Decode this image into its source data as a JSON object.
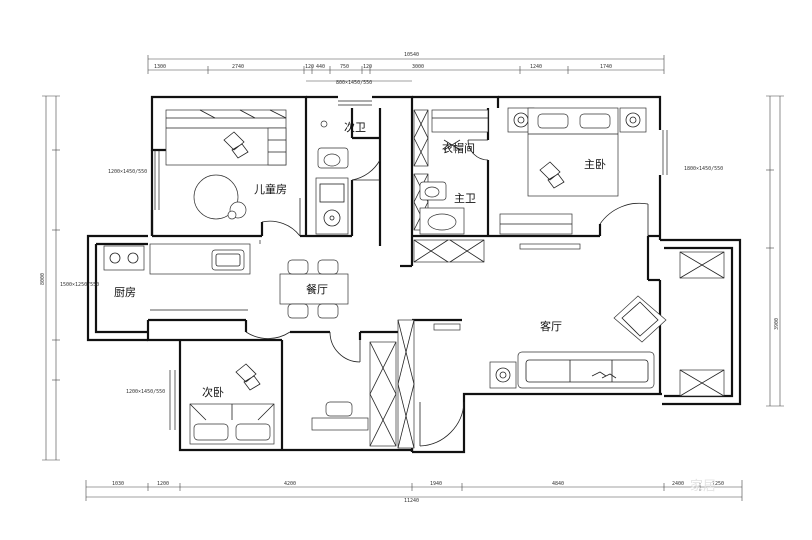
{
  "rooms": {
    "second_bath": "次卫",
    "cloakroom": "衣帽间",
    "master_bedroom": "主卧",
    "kids_room": "儿童房",
    "master_bath": "主卫",
    "kitchen": "厨房",
    "dining": "餐厅",
    "living": "客厅",
    "second_bedroom": "次卧"
  },
  "dimensions": {
    "top_overall": "10540",
    "top_segments": [
      "1300",
      "2740",
      "120",
      "440",
      "750",
      "120",
      "3000",
      "1240",
      "1740"
    ],
    "top_inner": "800×1450/550",
    "bottom_overall": "11240",
    "bottom_segments": [
      "1030",
      "1200",
      "4200",
      "1940",
      "4840",
      "2400",
      "1250"
    ],
    "left_note_upper": "1200×1450/550",
    "left_note_lower": "1200×1450/550",
    "left_kitchen_note": "1500×1250/550",
    "right_note": "1800×1450/550",
    "left_overall": "8000",
    "right_overall": "3900"
  },
  "watermark": "家居"
}
